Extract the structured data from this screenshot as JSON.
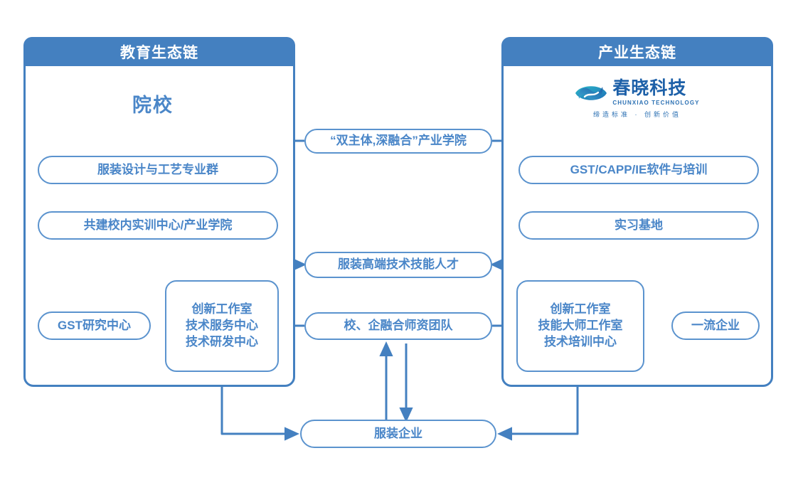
{
  "panels": {
    "left": {
      "title": "教育生态链",
      "section_title": "院校"
    },
    "right": {
      "title": "产业生态链"
    }
  },
  "brand": {
    "icon": "chunxiao-eye-logo-icon",
    "name_cn": "春晓科技",
    "name_en": "CHUNXIAO TECHNOLOGY",
    "slogan": "缔造标准 · 创新价值"
  },
  "colors": {
    "header_blue": "#4480C0",
    "border_blue": "#5B93CE",
    "text_blue": "#4A86C8",
    "wire_blue": "#4480C0",
    "logo_deep_blue": "#1D60A8",
    "logo_teal": "#2BA7C4",
    "white": "#FFFFFF"
  },
  "nodes": {
    "industry_college": {
      "label": "“双主体,深融合”产业学院"
    },
    "left_major_group": {
      "label": "服装设计与工艺专业群"
    },
    "left_training_center": {
      "label": "共建校内实训中心/产业学院"
    },
    "right_software": {
      "label": "GST/CAPP/IE软件与培训"
    },
    "right_internship": {
      "label": "实习基地"
    },
    "talent": {
      "label": "服装高端技术技能人才"
    },
    "gst_research": {
      "label": "GST研究中心"
    },
    "left_centers": {
      "lines": [
        "创新工作室",
        "技术服务中心",
        "技术研发中心"
      ]
    },
    "faculty_team": {
      "label": "校、企融合师资团队"
    },
    "right_centers": {
      "lines": [
        "创新工作室",
        "技能大师工作室",
        "技术培训中心"
      ]
    },
    "top_enterprise": {
      "label": "一流企业"
    },
    "apparel_enterprise": {
      "label": "服装企业"
    }
  },
  "connections": [
    {
      "from": "industry_college",
      "to": "left_major_group",
      "arrow": "down"
    },
    {
      "from": "industry_college",
      "to": "right_software",
      "arrow": "down"
    },
    {
      "from": "left_major_group",
      "to": "left_training_center",
      "arrow": "down"
    },
    {
      "from": "right_software",
      "to": "right_internship",
      "arrow": "down"
    },
    {
      "from": "left_training_center",
      "to": "talent",
      "arrow": "right"
    },
    {
      "from": "right_internship",
      "to": "talent",
      "arrow": "left"
    },
    {
      "from": "gst_research",
      "to": "left_centers",
      "arrow": "right"
    },
    {
      "from": "faculty_team",
      "to": "left_centers",
      "arrow": "left"
    },
    {
      "from": "faculty_team",
      "to": "right_centers",
      "arrow": "right"
    },
    {
      "from": "top_enterprise",
      "to": "right_centers",
      "arrow": "left"
    },
    {
      "from": "apparel_enterprise",
      "to": "faculty_team",
      "arrow": "up"
    },
    {
      "from": "faculty_team",
      "to": "apparel_enterprise",
      "arrow": "down"
    },
    {
      "from": "left_centers",
      "to": "apparel_enterprise",
      "arrow": "right"
    },
    {
      "from": "right_centers",
      "to": "apparel_enterprise",
      "arrow": "left"
    }
  ]
}
